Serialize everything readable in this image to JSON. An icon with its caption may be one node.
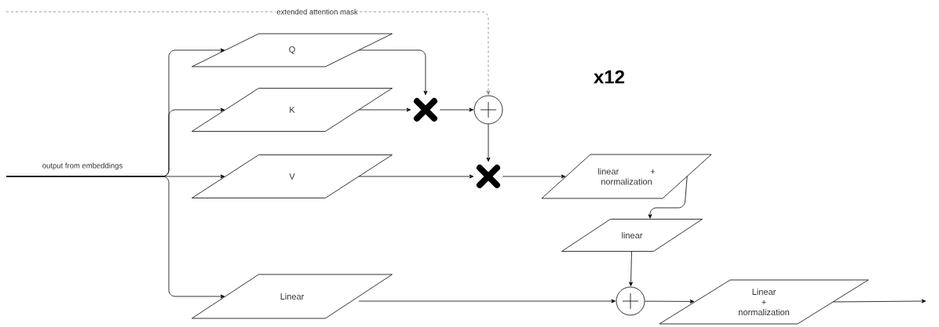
{
  "diagram": {
    "nodes": [
      {
        "text": [
          "Q"
        ]
      },
      {
        "text": [
          "K"
        ]
      },
      {
        "text": [
          "V"
        ]
      },
      {
        "text": [
          "Linear"
        ]
      },
      {
        "text": [],
        "shape": "cross"
      },
      {
        "text": [],
        "shape": "circle"
      },
      {
        "text": [],
        "shape": "cross"
      },
      {
        "text": [
          "linear + normalization"
        ]
      },
      {
        "text": [
          "linear"
        ]
      },
      {
        "text": [],
        "shape": "circle"
      },
      {
        "text": [
          "Linear + normalization"
        ]
      }
    ],
    "edges": [
      {
        "from": null,
        "to": 0,
        "arrow": "to"
      },
      {
        "from": null,
        "to": 1,
        "arrow": "to"
      },
      {
        "from": null,
        "to": 2,
        "arrow": "to"
      },
      {
        "from": null,
        "to": 3,
        "arrow": "to"
      },
      {
        "from": 0,
        "to": 4,
        "arrow": "to"
      },
      {
        "from": 1,
        "to": 4,
        "arrow": "to"
      },
      {
        "from": 4,
        "to": 5,
        "arrow": "to"
      },
      {
        "from": null,
        "to": 5,
        "arrow": "to",
        "label": "extended attention mask",
        "style": "dashed",
        "color": "#808080"
      },
      {
        "from": 5,
        "to": 6,
        "arrow": "to"
      },
      {
        "from": 2,
        "to": 6,
        "arrow": "to"
      },
      {
        "from": 6,
        "to": 7,
        "arrow": "to"
      },
      {
        "from": 7,
        "to": 8,
        "arrow": "to"
      },
      {
        "from": 8,
        "to": 9,
        "arrow": "to"
      },
      {
        "from": 3,
        "to": 9,
        "arrow": "to"
      },
      {
        "from": 9,
        "to": 10,
        "arrow": "to"
      },
      {
        "from": 10,
        "to": null,
        "arrow": "to"
      }
    ],
    "labels": [
      "output from embeddings",
      "x12"
    ]
  }
}
